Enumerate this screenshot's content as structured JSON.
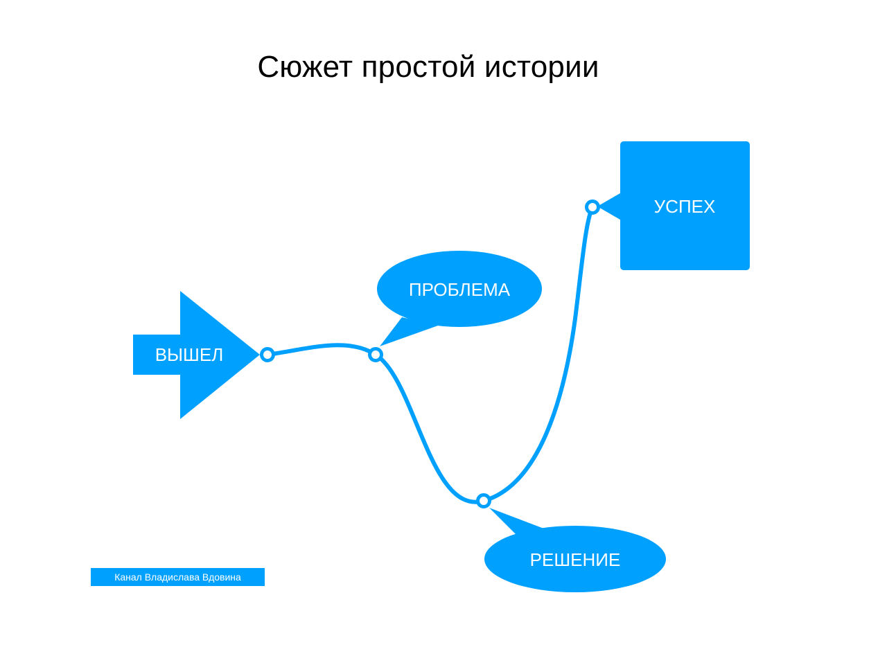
{
  "title": "Сюжет простой истории",
  "colors": {
    "accent": "#00A0FF",
    "background": "#FFFFFF",
    "title_text": "#000000",
    "label_text": "#FFFFFF"
  },
  "nodes": {
    "start": {
      "label": "ВЫШЕЛ",
      "shape": "arrow"
    },
    "problem": {
      "label": "ПРОБЛЕМА",
      "shape": "speech-ellipse"
    },
    "solution": {
      "label": "РЕШЕНИЕ",
      "shape": "speech-ellipse"
    },
    "success": {
      "label": "УСПЕХ",
      "shape": "rounded-square"
    }
  },
  "credit": "Канал Владислава Вдовина"
}
